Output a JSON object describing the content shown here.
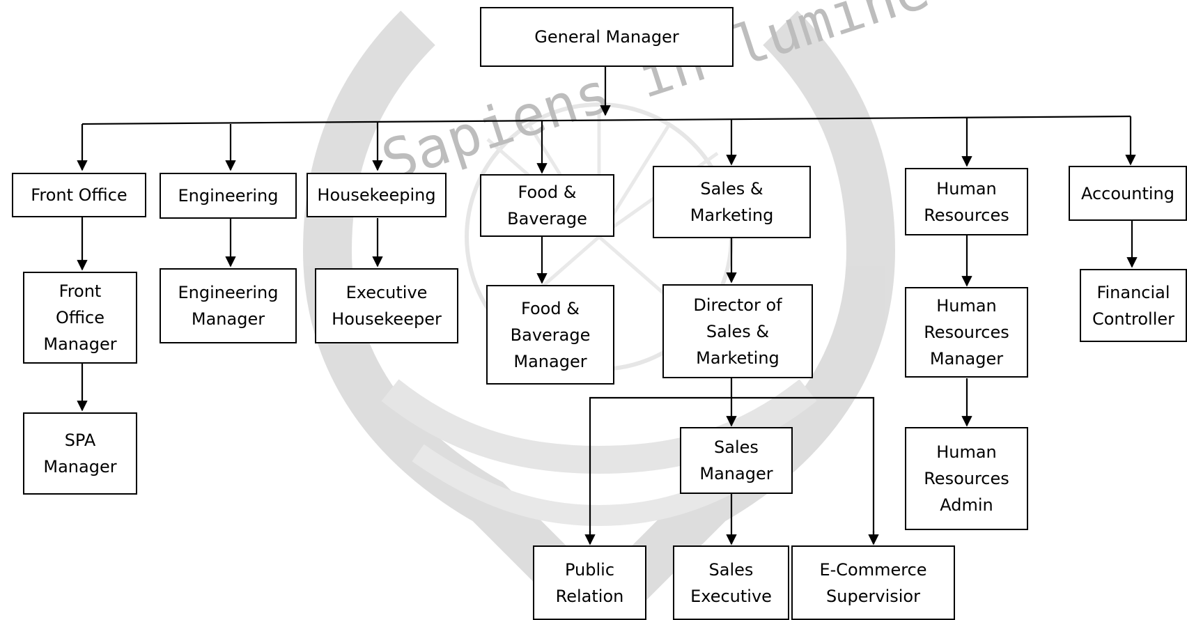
{
  "nodes": {
    "general_manager": "General Manager",
    "front_office": "Front Office",
    "engineering": "Engineering",
    "housekeeping": "Housekeeping",
    "food_beverage": "Food &\nBaverage",
    "sales_marketing": "Sales &\nMarketing",
    "human_resources": "Human\nResources",
    "accounting": "Accounting",
    "front_office_manager": "Front\nOffice\nManager",
    "spa_manager": "SPA\nManager",
    "engineering_manager": "Engineering\nManager",
    "executive_housekeeper": "Executive\nHousekeeper",
    "food_beverage_manager": "Food &\nBaverage\nManager",
    "director_sales_marketing": "Director of\nSales &\nMarketing",
    "human_resources_manager": "Human\nResources\nManager",
    "human_resources_admin": "Human\nResources\nAdmin",
    "financial_controller": "Financial\nController",
    "sales_manager": "Sales\nManager",
    "public_relation": "Public\nRelation",
    "sales_executive": "Sales\nExecutive",
    "ecommerce_supervisor": "E-Commerce\nSupervisior"
  },
  "watermark": {
    "text": "Sapiens in lumine veritatis",
    "color": "#c0c0c0"
  },
  "colors": {
    "line": "#000000",
    "box_border": "#000000"
  }
}
